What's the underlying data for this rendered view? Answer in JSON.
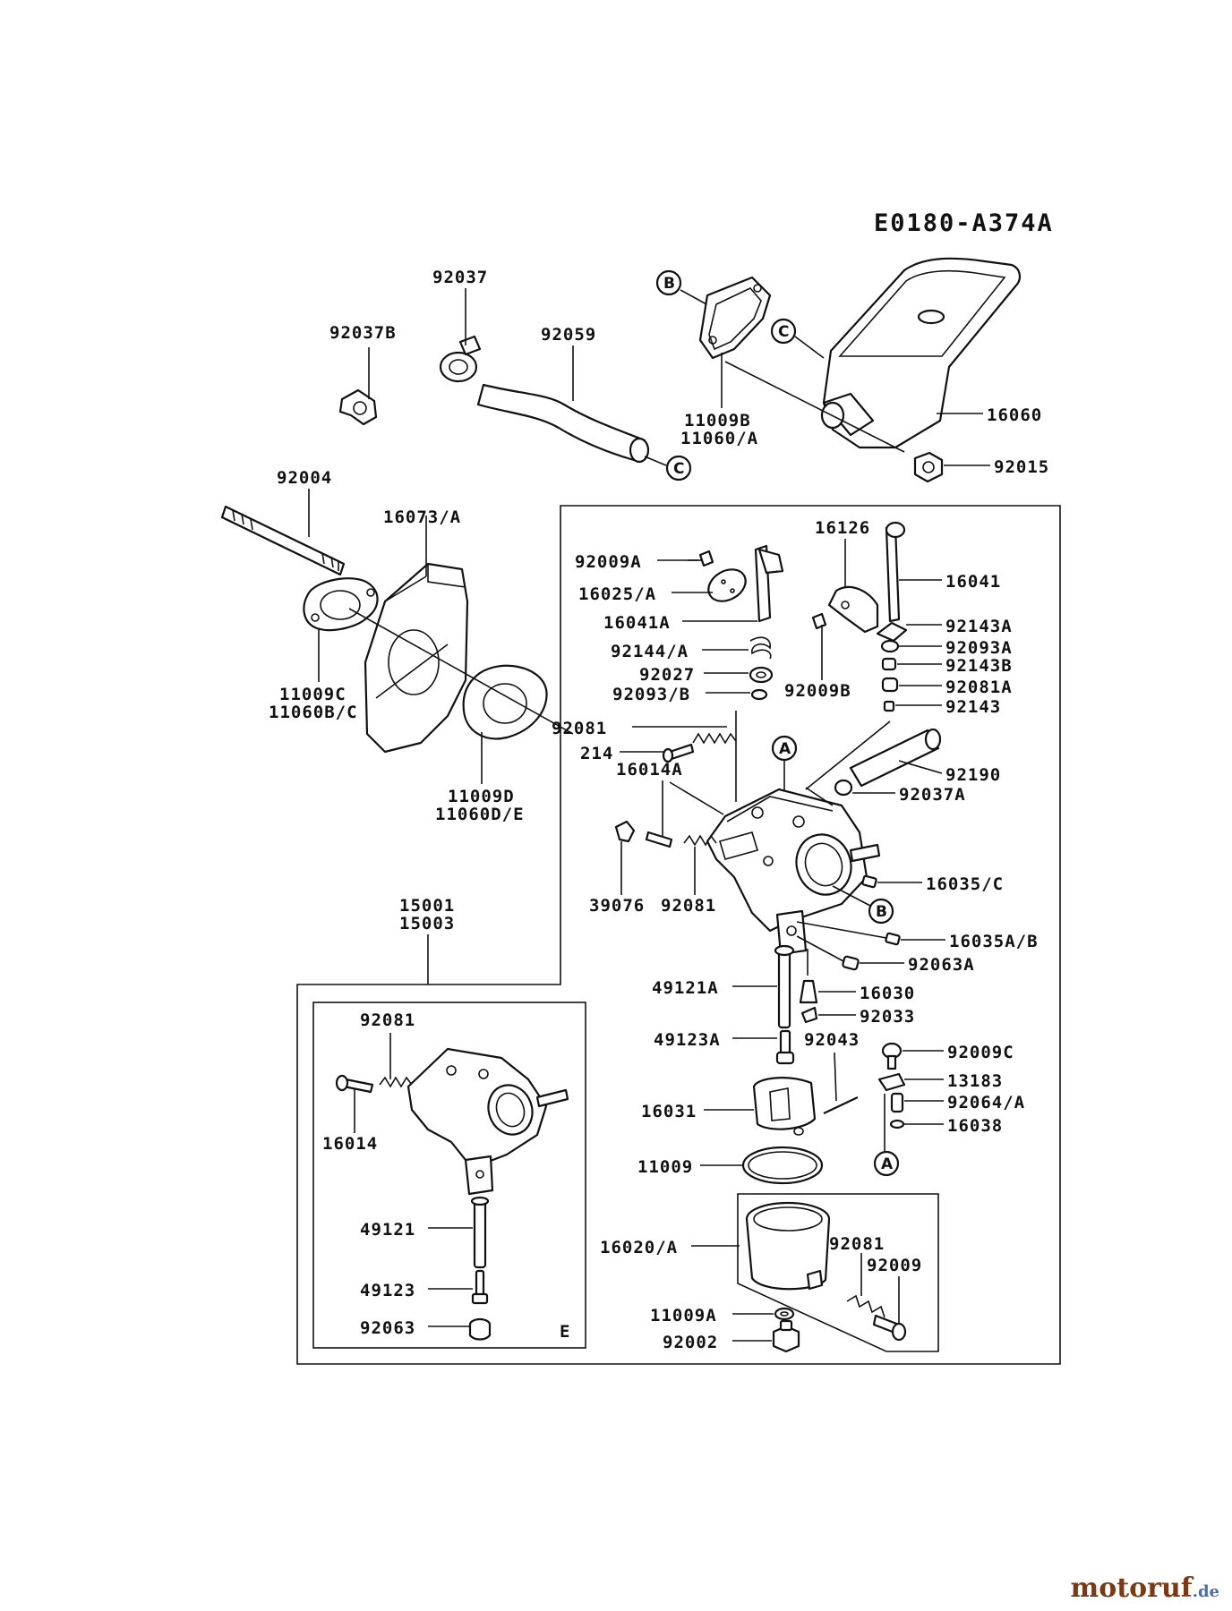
{
  "diagram_code": "E0180-A374A",
  "watermark": {
    "main": "motoruf",
    "suffix": ".de"
  },
  "callouts": [
    "A",
    "B",
    "C",
    "E"
  ],
  "labels": {
    "p92037": "92037",
    "p92037B": "92037B",
    "p92059": "92059",
    "p11009B": "11009B",
    "p11060A": "11060/A",
    "p16060": "16060",
    "p92015": "92015",
    "p92004": "92004",
    "p16073A": "16073/A",
    "p11009C": "11009C",
    "p11060BC": "11060B/C",
    "p11009D": "11009D",
    "p11060DE": "11060D/E",
    "p16126": "16126",
    "p16041": "16041",
    "p92009A": "92009A",
    "p16025A": "16025/A",
    "p16041A": "16041A",
    "p92143A": "92143A",
    "p92093A": "92093A",
    "p92143B": "92143B",
    "p92081A": "92081A",
    "p92143": "92143",
    "p92144A": "92144/A",
    "p92027": "92027",
    "p92093B": "92093/B",
    "p92009B": "92009B",
    "p92081a": "92081",
    "p214": "214",
    "p16014A": "16014A",
    "p92190": "92190",
    "p92037A": "92037A",
    "p16035C": "16035/C",
    "p16035AB": "16035A/B",
    "p92063A": "92063A",
    "p39076": "39076",
    "p92081b": "92081",
    "p15001": "15001",
    "p15003": "15003",
    "p49121A": "49121A",
    "p16030": "16030",
    "p92033": "92033",
    "p49123A": "49123A",
    "p92043": "92043",
    "p92009C": "92009C",
    "p13183": "13183",
    "p92064A": "92064/A",
    "p16038": "16038",
    "p16031": "16031",
    "p11009": "11009",
    "p16020A": "16020/A",
    "p92081c": "92081",
    "p92009": "92009",
    "p11009A": "11009A",
    "p92002": "92002",
    "e92081": "92081",
    "e16014": "16014",
    "e49121": "49121",
    "e49123": "49123",
    "e92063": "92063"
  }
}
